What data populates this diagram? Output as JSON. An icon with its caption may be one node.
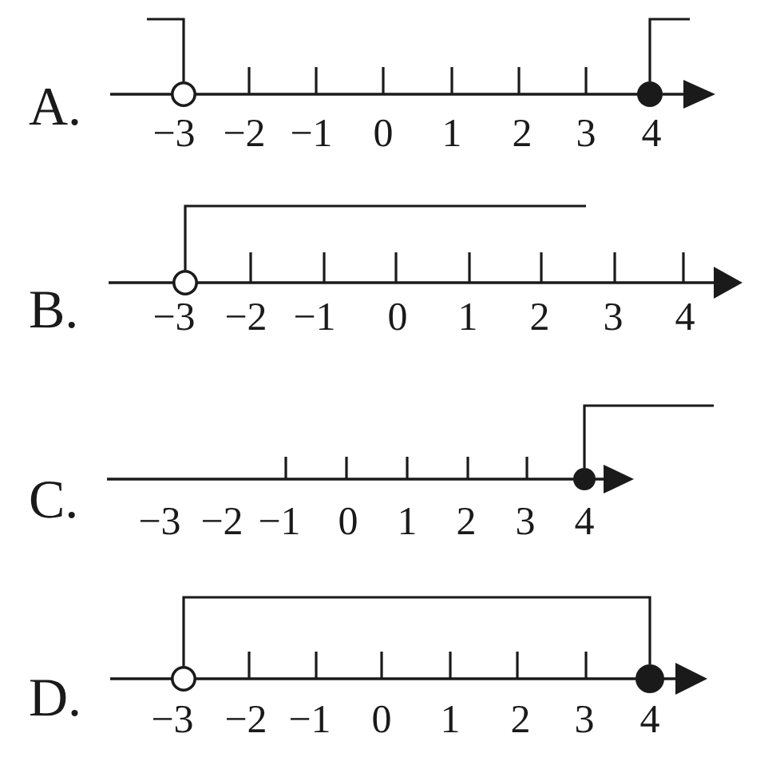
{
  "diagram": {
    "labels": [
      "A.",
      "−3",
      "−2",
      "−1",
      "0",
      "1",
      "2",
      "3",
      "4",
      "B.",
      "−3",
      "−2",
      "−1",
      "0",
      "1",
      "2",
      "3",
      "4",
      "C.",
      "−3",
      "−2",
      "−1",
      "0",
      "1",
      "2",
      "3",
      "4",
      "D.",
      "−3",
      "−2",
      "−1",
      "0",
      "1",
      "2",
      "3",
      "4"
    ]
  }
}
